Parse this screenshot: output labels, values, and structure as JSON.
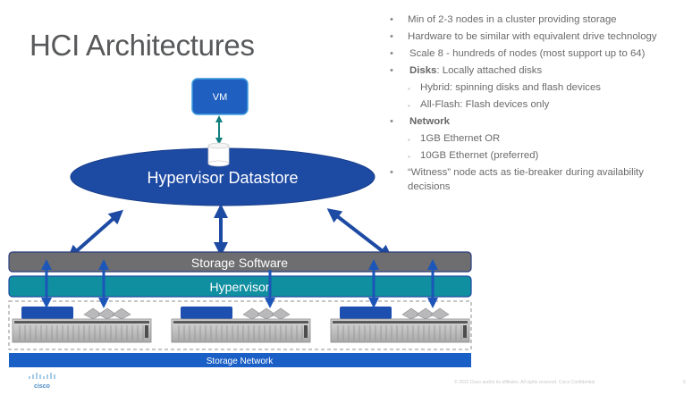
{
  "slide": {
    "title": "HCI Architectures",
    "bullets": [
      {
        "text": "Min of 2-3 nodes in a cluster providing storage"
      },
      {
        "text": "Hardware to be similar with equivalent drive technology"
      },
      {
        "text": "Scale 8  - hundreds of nodes (most support up to 64)"
      },
      {
        "bold": "Disks",
        "text": ": Locally attached disks",
        "subs": [
          "Hybrid: spinning disks and flash devices",
          "All-Flash: Flash devices only"
        ]
      },
      {
        "bold": "Network",
        "text": "",
        "subs": [
          "1GB Ethernet OR",
          "10GB Ethernet (preferred)"
        ]
      },
      {
        "text": "“Witness” node acts as tie-breaker during availability",
        "cont": "decisions"
      }
    ]
  },
  "diagram": {
    "vm_label": "VM",
    "datastore_label": "Hypervisor Datastore",
    "storage_software_label": "Storage Software",
    "hypervisor_label": "Hypervisor",
    "storage_network_label": "Storage Network",
    "server_count": 3,
    "colors": {
      "vm": "#1f5fbf",
      "datastore": "#1d4aa3",
      "storage_software": "#6e6e70",
      "hypervisor": "#0f8fa0",
      "storage_network": "#1a5fc6",
      "arrows": "#1d4aa3",
      "vm_arrow": "#127f7f"
    }
  },
  "footer": {
    "copyright": "© 2015  Cisco and/or its affiliates. All rights reserved.   Cisco Confidential",
    "page": "6",
    "logo": "cisco"
  }
}
